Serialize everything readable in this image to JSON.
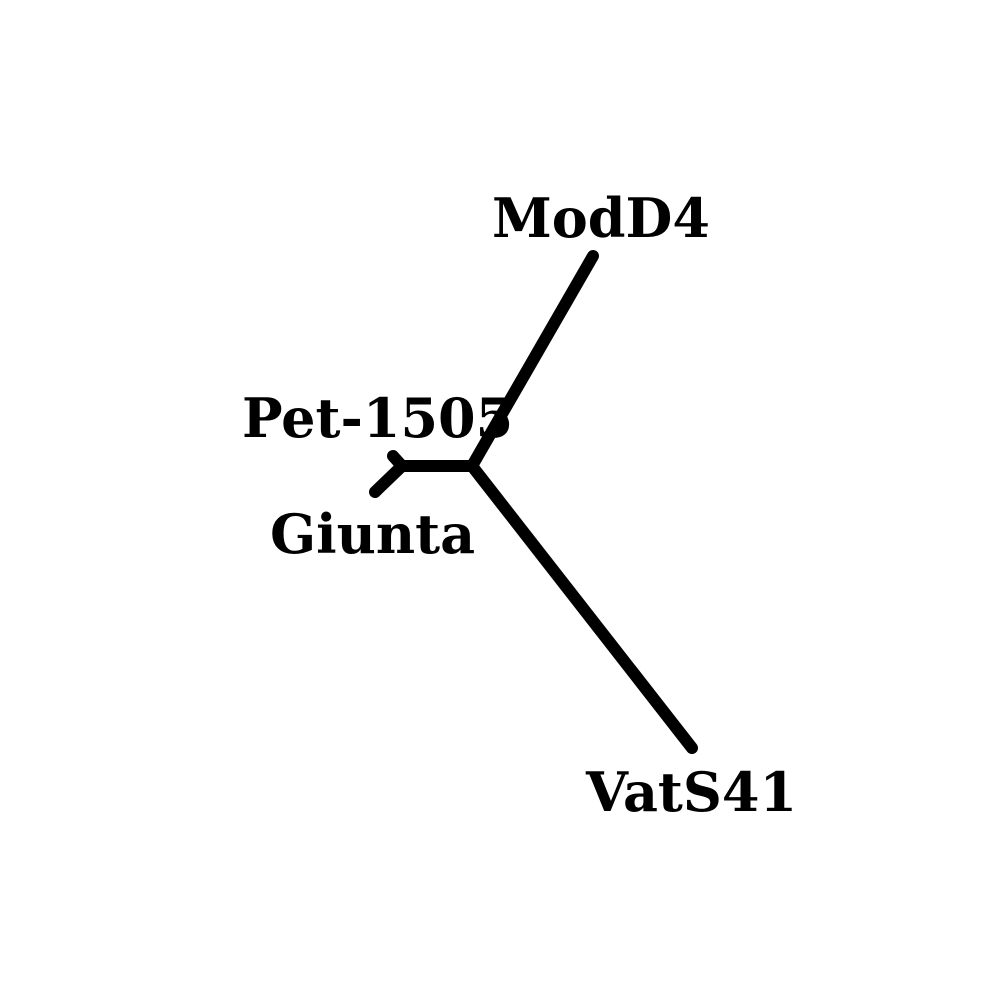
{
  "tree": {
    "type": "unrooted-phylogenetic-tree",
    "line_color": "#000000",
    "background": "#ffffff",
    "leaves": [
      {
        "id": "modd4",
        "label": "ModD4"
      },
      {
        "id": "pet1505",
        "label": "Pet-1505"
      },
      {
        "id": "giunta",
        "label": "Giunta"
      },
      {
        "id": "vats41",
        "label": "VatS41"
      }
    ]
  }
}
